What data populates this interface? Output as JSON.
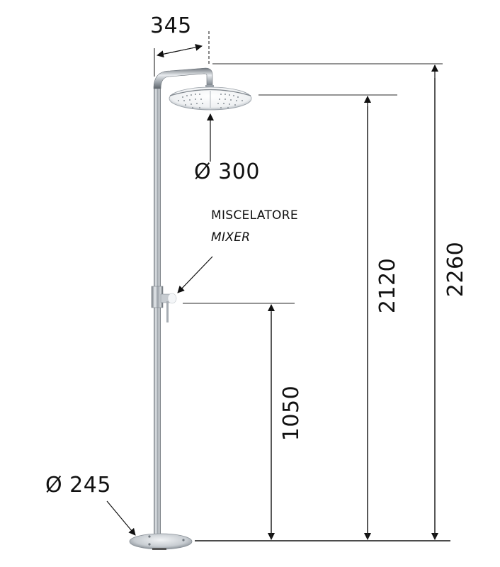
{
  "drawing": {
    "subject": "outdoor shower column",
    "units": "mm"
  },
  "dimensions": {
    "arm_reach": {
      "value": "345"
    },
    "head_diameter": {
      "value": "Ø 300"
    },
    "base_diameter": {
      "value": "Ø 245"
    },
    "mixer_height": {
      "value": "1050"
    },
    "head_height": {
      "value": "2120"
    },
    "total_height": {
      "value": "2260"
    }
  },
  "labels": {
    "mixer_it": "MISCELATORE",
    "mixer_en": "MIXER"
  },
  "colors": {
    "line": "#111111",
    "ref_line": "#555555",
    "chrome_light": "#e9ecef",
    "chrome_dark": "#7d848b"
  }
}
